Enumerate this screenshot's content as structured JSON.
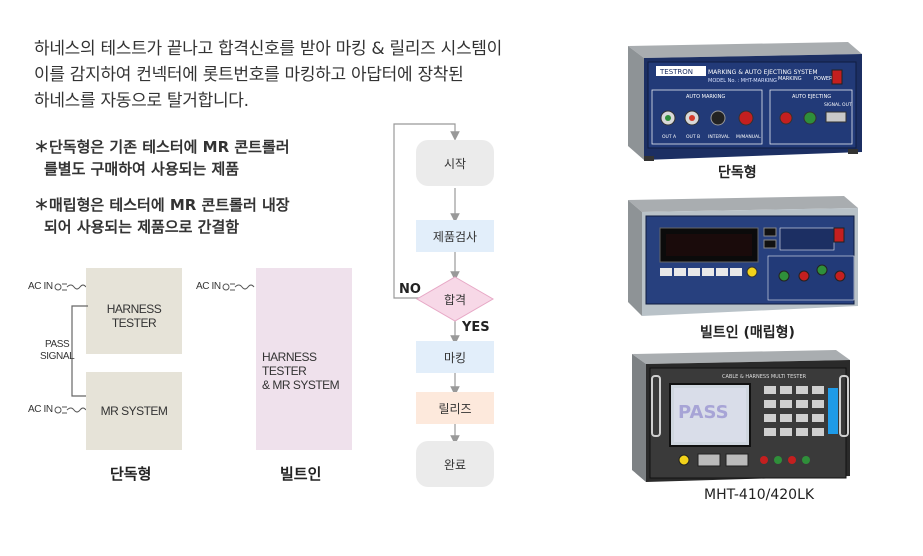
{
  "intro": {
    "line1": "하네스의 테스트가 끝나고 합격신호를 받아 마킹 & 릴리즈 시스템이",
    "line2": "이를 감지하여 컨넥터에 롯트번호를 마킹하고 아답터에 장착된",
    "line3": "하네스를 자동으로 탈거합니다."
  },
  "notes": {
    "standalone_1": "＊단독형은 기존 테스터에 MR 콘트롤러",
    "standalone_2": "를별도 구매하여 사용되는 제품",
    "builtin_1": "＊매립형은 테스터에 MR 콘트롤러 내장",
    "builtin_2": "되어 사용되는 제품으로 간결함"
  },
  "standalone_diagram": {
    "ac_in_top": "AC IN",
    "ac_in_bottom": "AC IN",
    "tester_label": "HARNESS TESTER",
    "mr_label": "MR SYSTEM",
    "pass_signal_1": "PASS",
    "pass_signal_2": "SIGNAL",
    "caption": "단독형"
  },
  "builtin_diagram": {
    "ac_in": "AC IN",
    "label_1": "HARNESS TESTER",
    "label_2": "& MR SYSTEM",
    "caption": "빌트인"
  },
  "flowchart": {
    "start": "시작",
    "inspect": "제품검사",
    "decision": "합격",
    "no_label": "NO",
    "yes_label": "YES",
    "marking": "마킹",
    "release": "릴리즈",
    "end": "완료"
  },
  "photos": {
    "p1_caption": "단독형",
    "p2_caption": "빌트인 (매립형)",
    "p3_caption": "MHT-410/420LK",
    "p1_brand": "TESTRON",
    "p1_panel_title": "MARKING & AUTO EJECTING SYSTEM",
    "p1_model": "MODEL No. : MHT-MARKING",
    "p1_section_left": "AUTO MARKING",
    "p1_section_right": "AUTO EJECTING",
    "p1_marking_label": "MARKING",
    "p1_power_label": "POWER",
    "p1_out_a": "OUT A",
    "p1_out_b": "OUT B",
    "p1_interval": "INTERVAL",
    "p1_manual": "M/MANUAL",
    "p1_signal_out": "SIGNAL OUT",
    "p3_pass": "PASS",
    "p3_header": "CABLE & HARNESS MULTI TESTER"
  },
  "colors": {
    "tester_box": "#e6e3d8",
    "builtin_box": "#efe1ec",
    "flow_gray": "#ebebeb",
    "flow_blue": "#e2eefa",
    "flow_peach": "#fde9dc",
    "flow_pink": "#f7d8e7",
    "panel_navy": "#1c2f63",
    "panel_gray": "#b8bcc0"
  }
}
